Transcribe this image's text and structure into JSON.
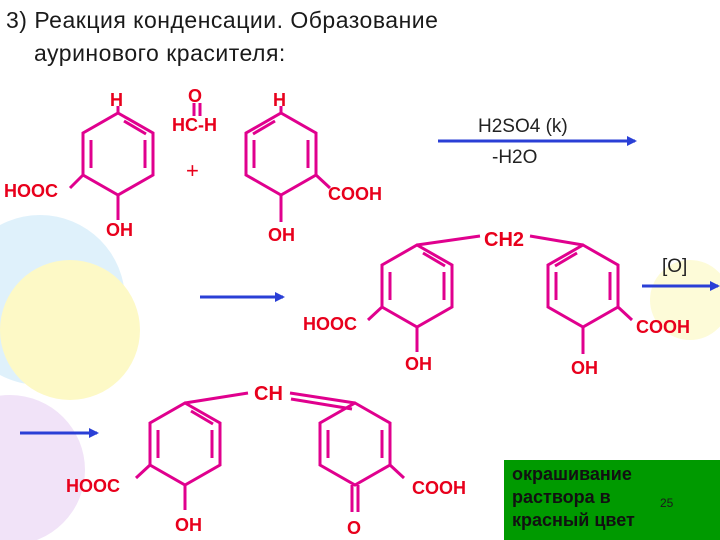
{
  "title": {
    "line1": "3) Реакция конденсации. Образование",
    "line2": "ауринового красителя:"
  },
  "colors": {
    "bond": "#e0008e",
    "atom_label": "#e8001c",
    "arrow": "#2a3fd6",
    "note_bg": "#009a00",
    "decor_yellow": "#fbf6a8",
    "decor_blue": "#c8e8f8",
    "decor_purple": "#ead6f4"
  },
  "reactants": {
    "left_ring": {
      "top": "H",
      "left": "HOOC",
      "bottom": "OH"
    },
    "formaldehyde": {
      "oxygen": "O",
      "group": "HC-H"
    },
    "plus": "+",
    "right_ring": {
      "top": "H",
      "right": "COOH",
      "bottom": "OH"
    }
  },
  "conditions": {
    "catalyst": "H2SO4 (k)",
    "byproduct": "-H2O",
    "oxidation": "[O]"
  },
  "intermediate": {
    "bridge": "CH2",
    "left_acid": "HOOC",
    "right_acid": "COOH",
    "left_oh": "OH",
    "right_oh": "OH"
  },
  "product": {
    "bridge": "CH",
    "left_acid": "HOOC",
    "right_acid": "COOH",
    "left_oh": "OH",
    "quinone_o": "O"
  },
  "note": {
    "line1": "окрашивание",
    "line2": "раствора в",
    "line3": "красный цвет"
  },
  "page_number": "25"
}
